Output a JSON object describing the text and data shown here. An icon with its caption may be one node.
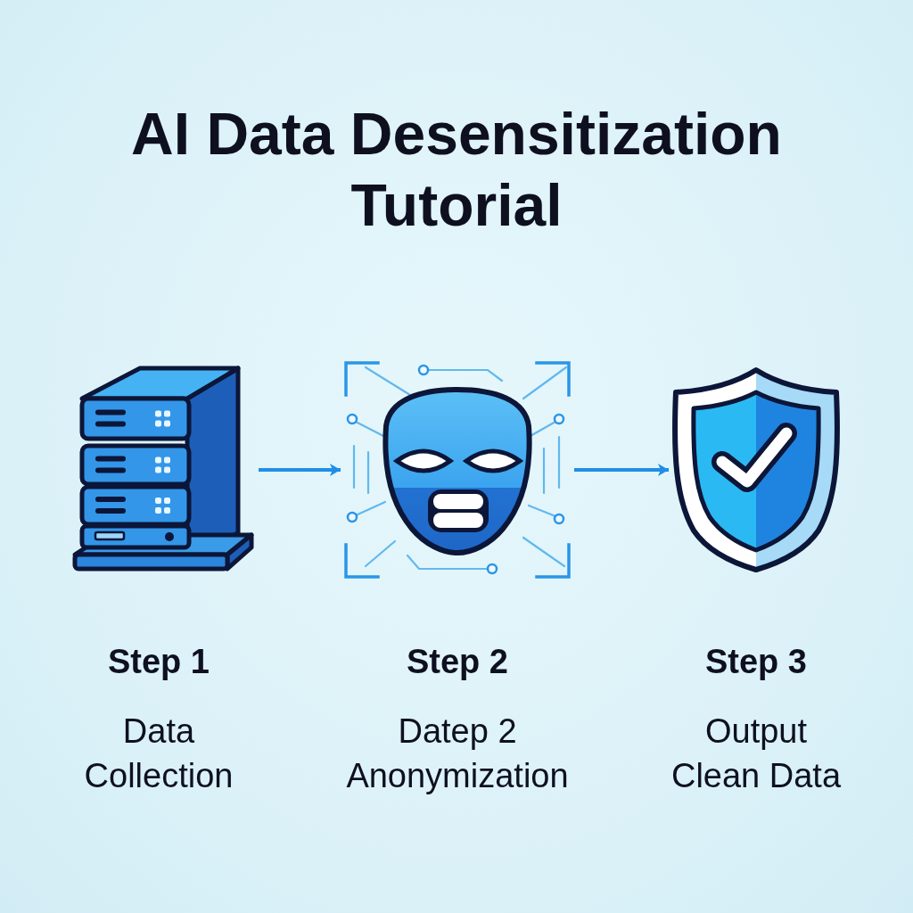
{
  "diagram": {
    "title": "AI Data Desensitization Tutorial",
    "nodes": [
      {
        "text": [],
        "shape": "picture",
        "beside": [
          "Step 1",
          "Data Collection"
        ]
      },
      {
        "text": [],
        "shape": "picture",
        "beside": [
          "Step 2",
          "Datep 2 Anonymization"
        ]
      },
      {
        "text": [],
        "shape": "picture",
        "beside": [
          "Step 3",
          "Output Clean Data"
        ]
      }
    ],
    "edges": [
      {
        "from": 0,
        "to": 1,
        "arrow": "to"
      },
      {
        "from": 1,
        "to": 2,
        "arrow": "to"
      }
    ]
  }
}
